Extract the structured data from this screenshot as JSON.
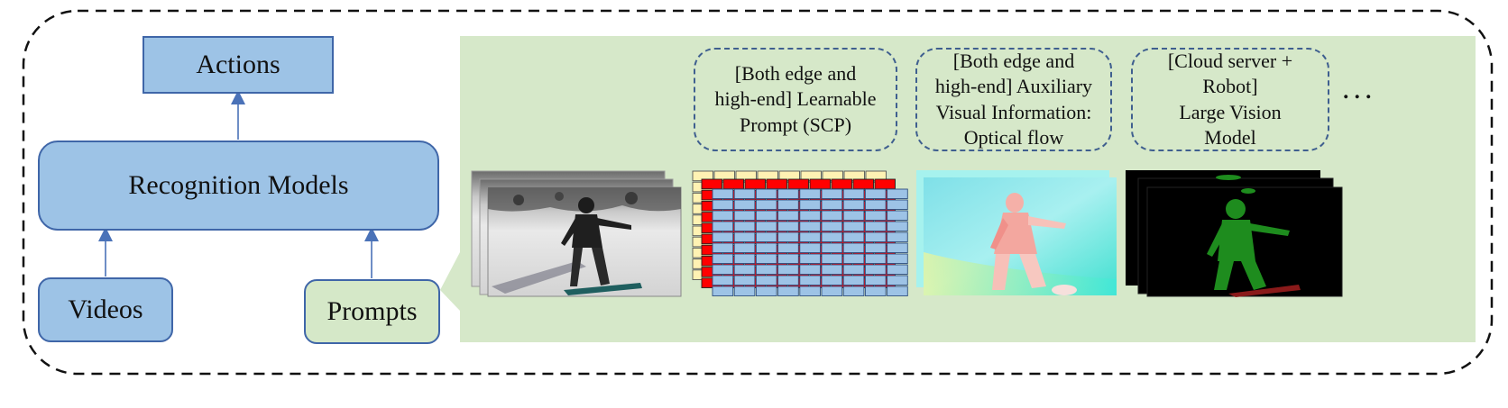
{
  "left": {
    "actions": "Actions",
    "recognition": "Recognition Models",
    "videos": "Videos",
    "prompts": "Prompts"
  },
  "prompt_types": [
    {
      "text": "[Both edge and\nhigh-end] Learnable\nPrompt (SCP)"
    },
    {
      "text": "[Both edge and\nhigh-end] Auxiliary\nVisual Information:\nOptical flow"
    },
    {
      "text": "[Cloud server +\nRobot]\nLarge Vision\nModel"
    }
  ],
  "ellipsis": "...",
  "colors": {
    "box_blue": "#9dc3e6",
    "box_green": "#d5e8c8",
    "panel_green": "#d6e8c9",
    "border_blue": "#3f66a8",
    "prompt_red": "#ff0000",
    "prompt_yellow": "#fff2b3",
    "mask_green": "#1e8c1e"
  },
  "icons": [
    "video-frame-stack",
    "prompt-grid",
    "optical-flow-frame",
    "segmentation-mask-frame"
  ]
}
